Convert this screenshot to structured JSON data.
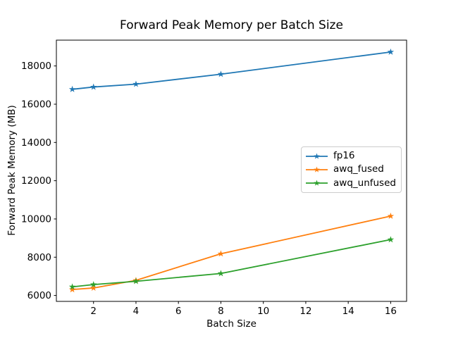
{
  "chart_data": {
    "type": "line",
    "title": "Forward Peak Memory per Batch Size",
    "xlabel": "Batch Size",
    "ylabel": "Forward Peak Memory (MB)",
    "x": [
      1,
      2,
      4,
      8,
      16
    ],
    "series": [
      {
        "name": "fp16",
        "color": "#1f77b4",
        "marker": "star",
        "values": [
          16780,
          16900,
          17050,
          17570,
          18730
        ]
      },
      {
        "name": "awq_fused",
        "color": "#ff7f0e",
        "marker": "star",
        "values": [
          6310,
          6390,
          6790,
          8180,
          10150
        ]
      },
      {
        "name": "awq_unfused",
        "color": "#2ca02c",
        "marker": "star",
        "values": [
          6450,
          6570,
          6740,
          7150,
          8920
        ]
      }
    ],
    "xticks": [
      2,
      4,
      6,
      8,
      10,
      12,
      14,
      16
    ],
    "yticks": [
      6000,
      8000,
      10000,
      12000,
      14000,
      16000,
      18000
    ],
    "xlim": [
      0.25,
      16.75
    ],
    "ylim": [
      5690,
      19350
    ],
    "grid": false,
    "legend": {
      "location": "center right",
      "entries": [
        "fp16",
        "awq_fused",
        "awq_unfused"
      ],
      "border_color": "#cccccc",
      "background_color": "#ffffff"
    },
    "axis_color": "#000000",
    "background_color": "#ffffff"
  }
}
